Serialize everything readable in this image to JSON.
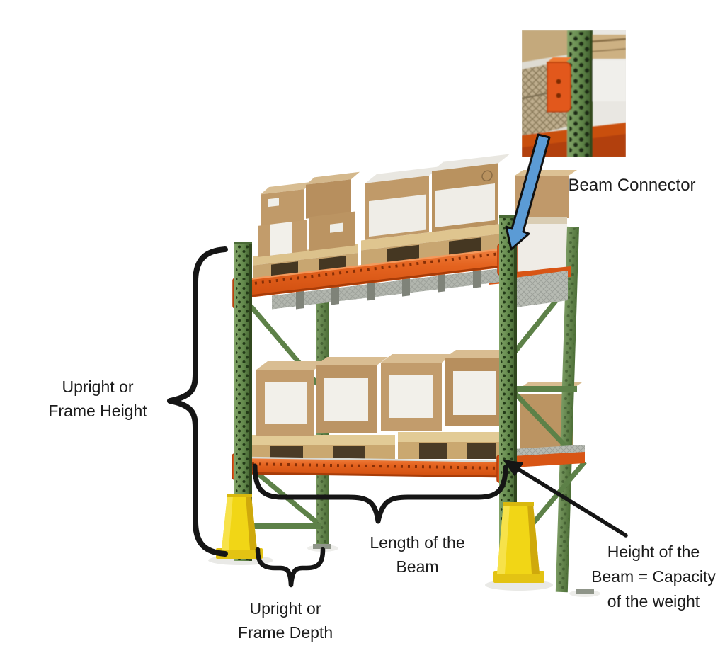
{
  "labels": {
    "upright_height": {
      "line1": "Upright or",
      "line2": "Frame Height"
    },
    "beam_connector": {
      "text": "Beam Connector"
    },
    "length_of_beam": {
      "line1": "Length of the",
      "line2": "Beam"
    },
    "upright_depth": {
      "line1": "Upright or",
      "line2": "Frame Depth"
    },
    "beam_height_capacity": {
      "line1": "Height of the",
      "line2": "Beam = Capacity",
      "line3": "of the weight"
    }
  },
  "colors": {
    "background": "#ffffff",
    "upright_green": "#61874a",
    "upright_hole_dark": "#223917",
    "beam_orange": "#e4631f",
    "connector_orange": "#d9531a",
    "guard_yellow": "#f1d616",
    "box_kraft": "#c29c6b",
    "box_label_white": "#f2f0ea",
    "pallet_wood": "#dcc28c",
    "wire_deck_gray": "#b2b6ae",
    "annotation_black": "#151515",
    "arrow_blue": "#5b9bd5",
    "text": "#1c1c1c"
  }
}
